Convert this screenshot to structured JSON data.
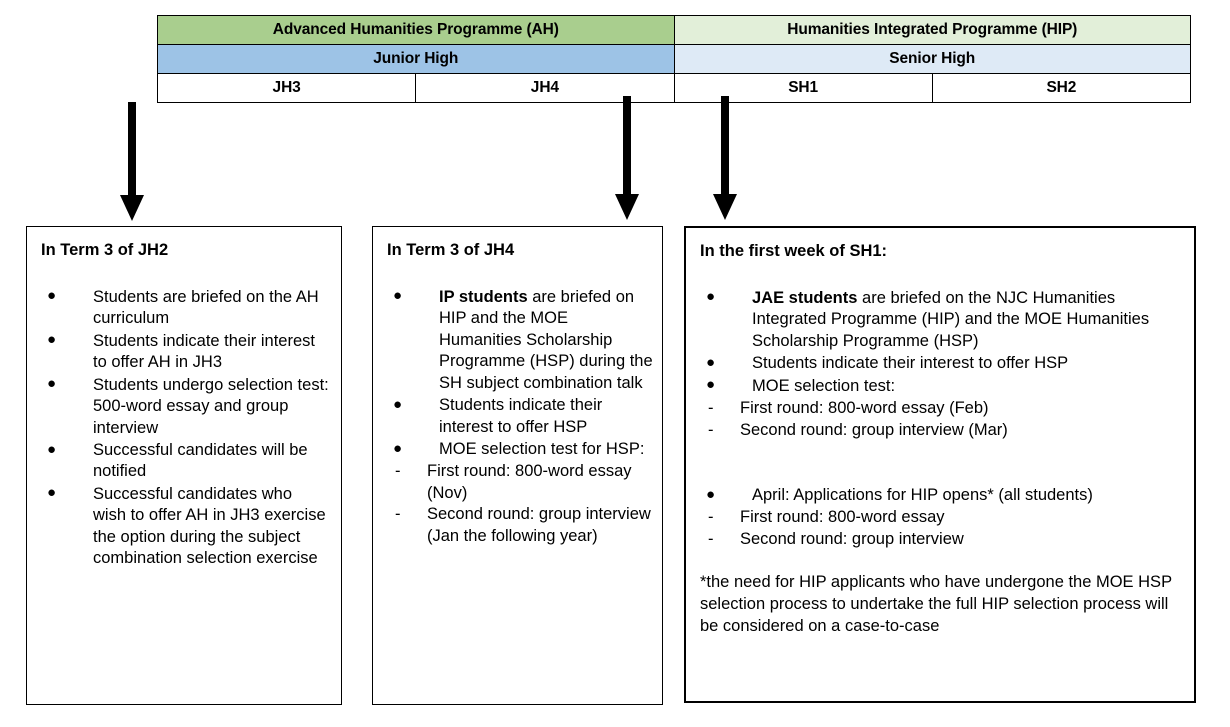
{
  "programme_table": {
    "programmes": [
      {
        "label": "Advanced Humanities Programme (AH)",
        "span": 2
      },
      {
        "label": "Humanities Integrated Programme (HIP)",
        "span": 2
      }
    ],
    "levels": [
      {
        "label": "Junior High",
        "span": 2
      },
      {
        "label": "Senior High",
        "span": 2
      }
    ],
    "years": [
      "JH3",
      "JH4",
      "SH1",
      "SH2"
    ],
    "colors": {
      "ah_fill": "#A9CE8E",
      "hip_fill": "#E2EFD9",
      "junior_high_fill": "#9DC3E6",
      "senior_high_fill": "#DEEAF6",
      "year_fill": "#FFFFFF",
      "border": "#000000"
    }
  },
  "arrows": [
    {
      "name": "arrow-to-jh2-box"
    },
    {
      "name": "arrow-to-jh4-box"
    },
    {
      "name": "arrow-to-sh1-box"
    }
  ],
  "boxes": [
    {
      "title": "In Term 3 of JH2",
      "bullets": [
        {
          "text": "Students are briefed on the AH curriculum"
        },
        {
          "text": "Students indicate their interest to offer AH in JH3"
        },
        {
          "text": "Students undergo selection test: 500-word essay and group interview"
        },
        {
          "text": "Successful candidates will be notified"
        },
        {
          "text": "Successful candidates who wish to offer AH in JH3 exercise the option during the subject combination selection exercise"
        }
      ]
    },
    {
      "title": "In Term 3 of JH4",
      "bullets": [
        {
          "bold_lead": "IP students",
          "text": " are briefed on HIP and the MOE Humanities Scholarship Programme (HSP) during the SH subject combination talk"
        },
        {
          "text": "Students indicate their interest to offer HSP"
        },
        {
          "text": "MOE selection test for HSP:",
          "sub": [
            "First round: 800-word essay (Nov)",
            "Second round: group interview (Jan the following year)"
          ]
        }
      ]
    },
    {
      "title": "In the first week of SH1:",
      "bullets": [
        {
          "bold_lead": "JAE students",
          "text": " are briefed on the NJC Humanities Integrated Programme (HIP) and the MOE Humanities Scholarship Programme (HSP)"
        },
        {
          "text": "Students indicate their interest to offer HSP"
        },
        {
          "text": "MOE selection test:",
          "sub": [
            "First round: 800-word essay (Feb)",
            "Second round: group interview (Mar)"
          ]
        },
        {
          "spacer_before": true,
          "text": "April: Applications for HIP opens* (all students)",
          "sub": [
            "First round: 800-word essay",
            "Second round: group interview"
          ]
        }
      ],
      "footnote": "*the need for HIP applicants who have undergone the MOE HSP selection process to undertake the full HIP selection process will be considered on a case-to-case"
    }
  ],
  "glyphs": {
    "bullet": "●",
    "dash": "-"
  }
}
